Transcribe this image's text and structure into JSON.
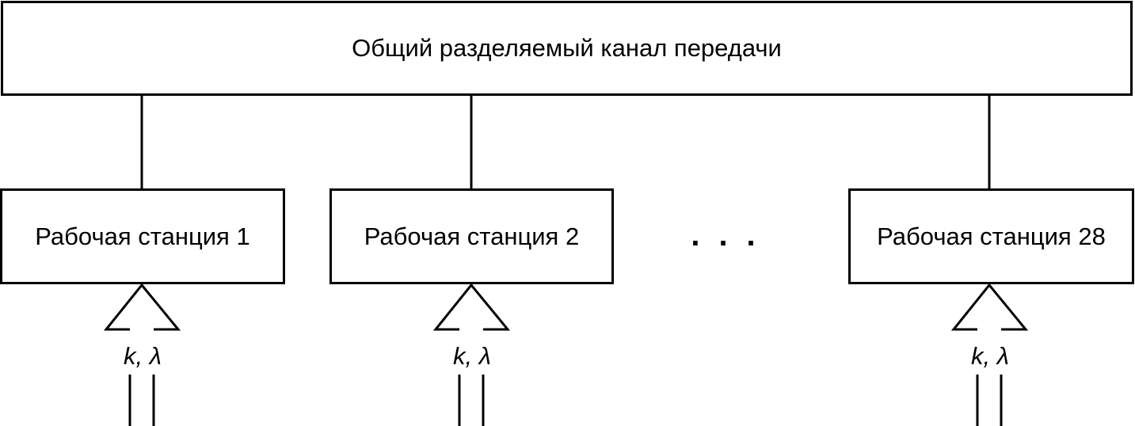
{
  "diagram": {
    "channel_label": "Общий разделяемый канал передачи",
    "stations": [
      {
        "label": "Рабочая станция 1",
        "input_label": "k, λ"
      },
      {
        "label": "Рабочая станция 2",
        "input_label": "k, λ"
      },
      {
        "label": "Рабочая станция 28",
        "input_label": "k, λ"
      }
    ],
    "ellipsis": "...",
    "colors": {
      "stroke": "#000000",
      "fill": "#ffffff"
    }
  }
}
